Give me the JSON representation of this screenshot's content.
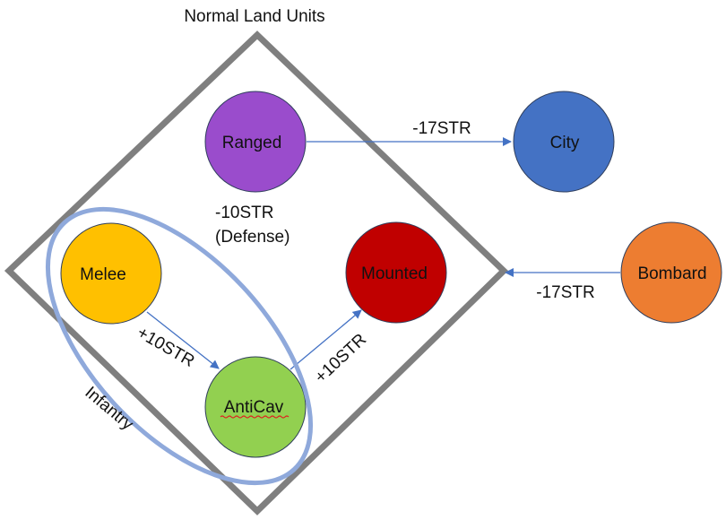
{
  "diagram": {
    "group_title": "Normal Land Units",
    "infantry_label": "Infantry",
    "nodes": {
      "ranged": {
        "label": "Ranged",
        "color": "#9a4ccc"
      },
      "city": {
        "label": "City",
        "color": "#4472c4"
      },
      "melee": {
        "label": "Melee",
        "color": "#ffc000"
      },
      "mounted": {
        "label": "Mounted",
        "color": "#c00000"
      },
      "anticav": {
        "label": "AntiCav",
        "color": "#92d050"
      },
      "bombard": {
        "label": "Bombard",
        "color": "#ed7d31"
      }
    },
    "edges": {
      "ranged_city": "-17STR",
      "bombard_mounted": "-17STR",
      "melee_anticav": "+10STR",
      "anticav_mounted": "+10STR"
    },
    "ranged_defense_line1": "-10STR",
    "ranged_defense_line2": "(Defense)"
  },
  "colors": {
    "diamond": "#7f7f7f",
    "ellipse": "#8fa9db",
    "arrow": "#4472c4",
    "node_stroke": "#2f3e5c",
    "spellcheck": "#e02020"
  }
}
